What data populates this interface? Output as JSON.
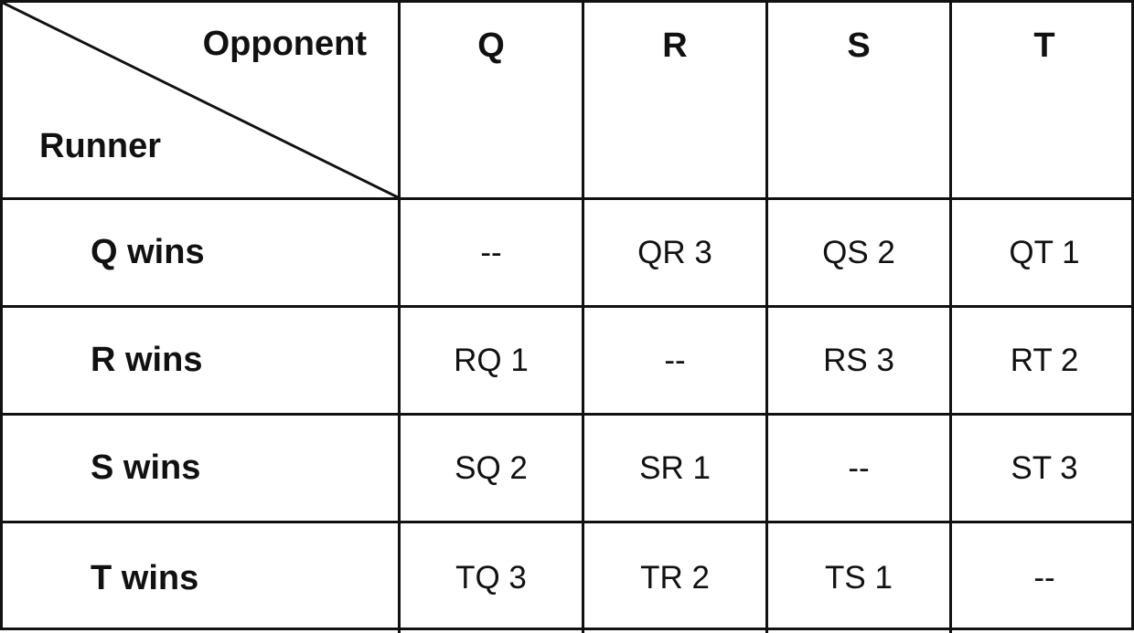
{
  "corner": {
    "opponent_label": "Opponent",
    "runner_label": "Runner"
  },
  "columns": [
    "Q",
    "R",
    "S",
    "T"
  ],
  "rows": [
    {
      "label": "Q wins",
      "cells": [
        "--",
        "QR 3",
        "QS 2",
        "QT 1"
      ]
    },
    {
      "label": "R wins",
      "cells": [
        "RQ 1",
        "--",
        "RS 3",
        "RT 2"
      ]
    },
    {
      "label": "S wins",
      "cells": [
        "SQ 2",
        "SR 1",
        "--",
        "ST 3"
      ]
    },
    {
      "label": "T wins",
      "cells": [
        "TQ 3",
        "TR 2",
        "TS 1",
        "--"
      ]
    }
  ]
}
